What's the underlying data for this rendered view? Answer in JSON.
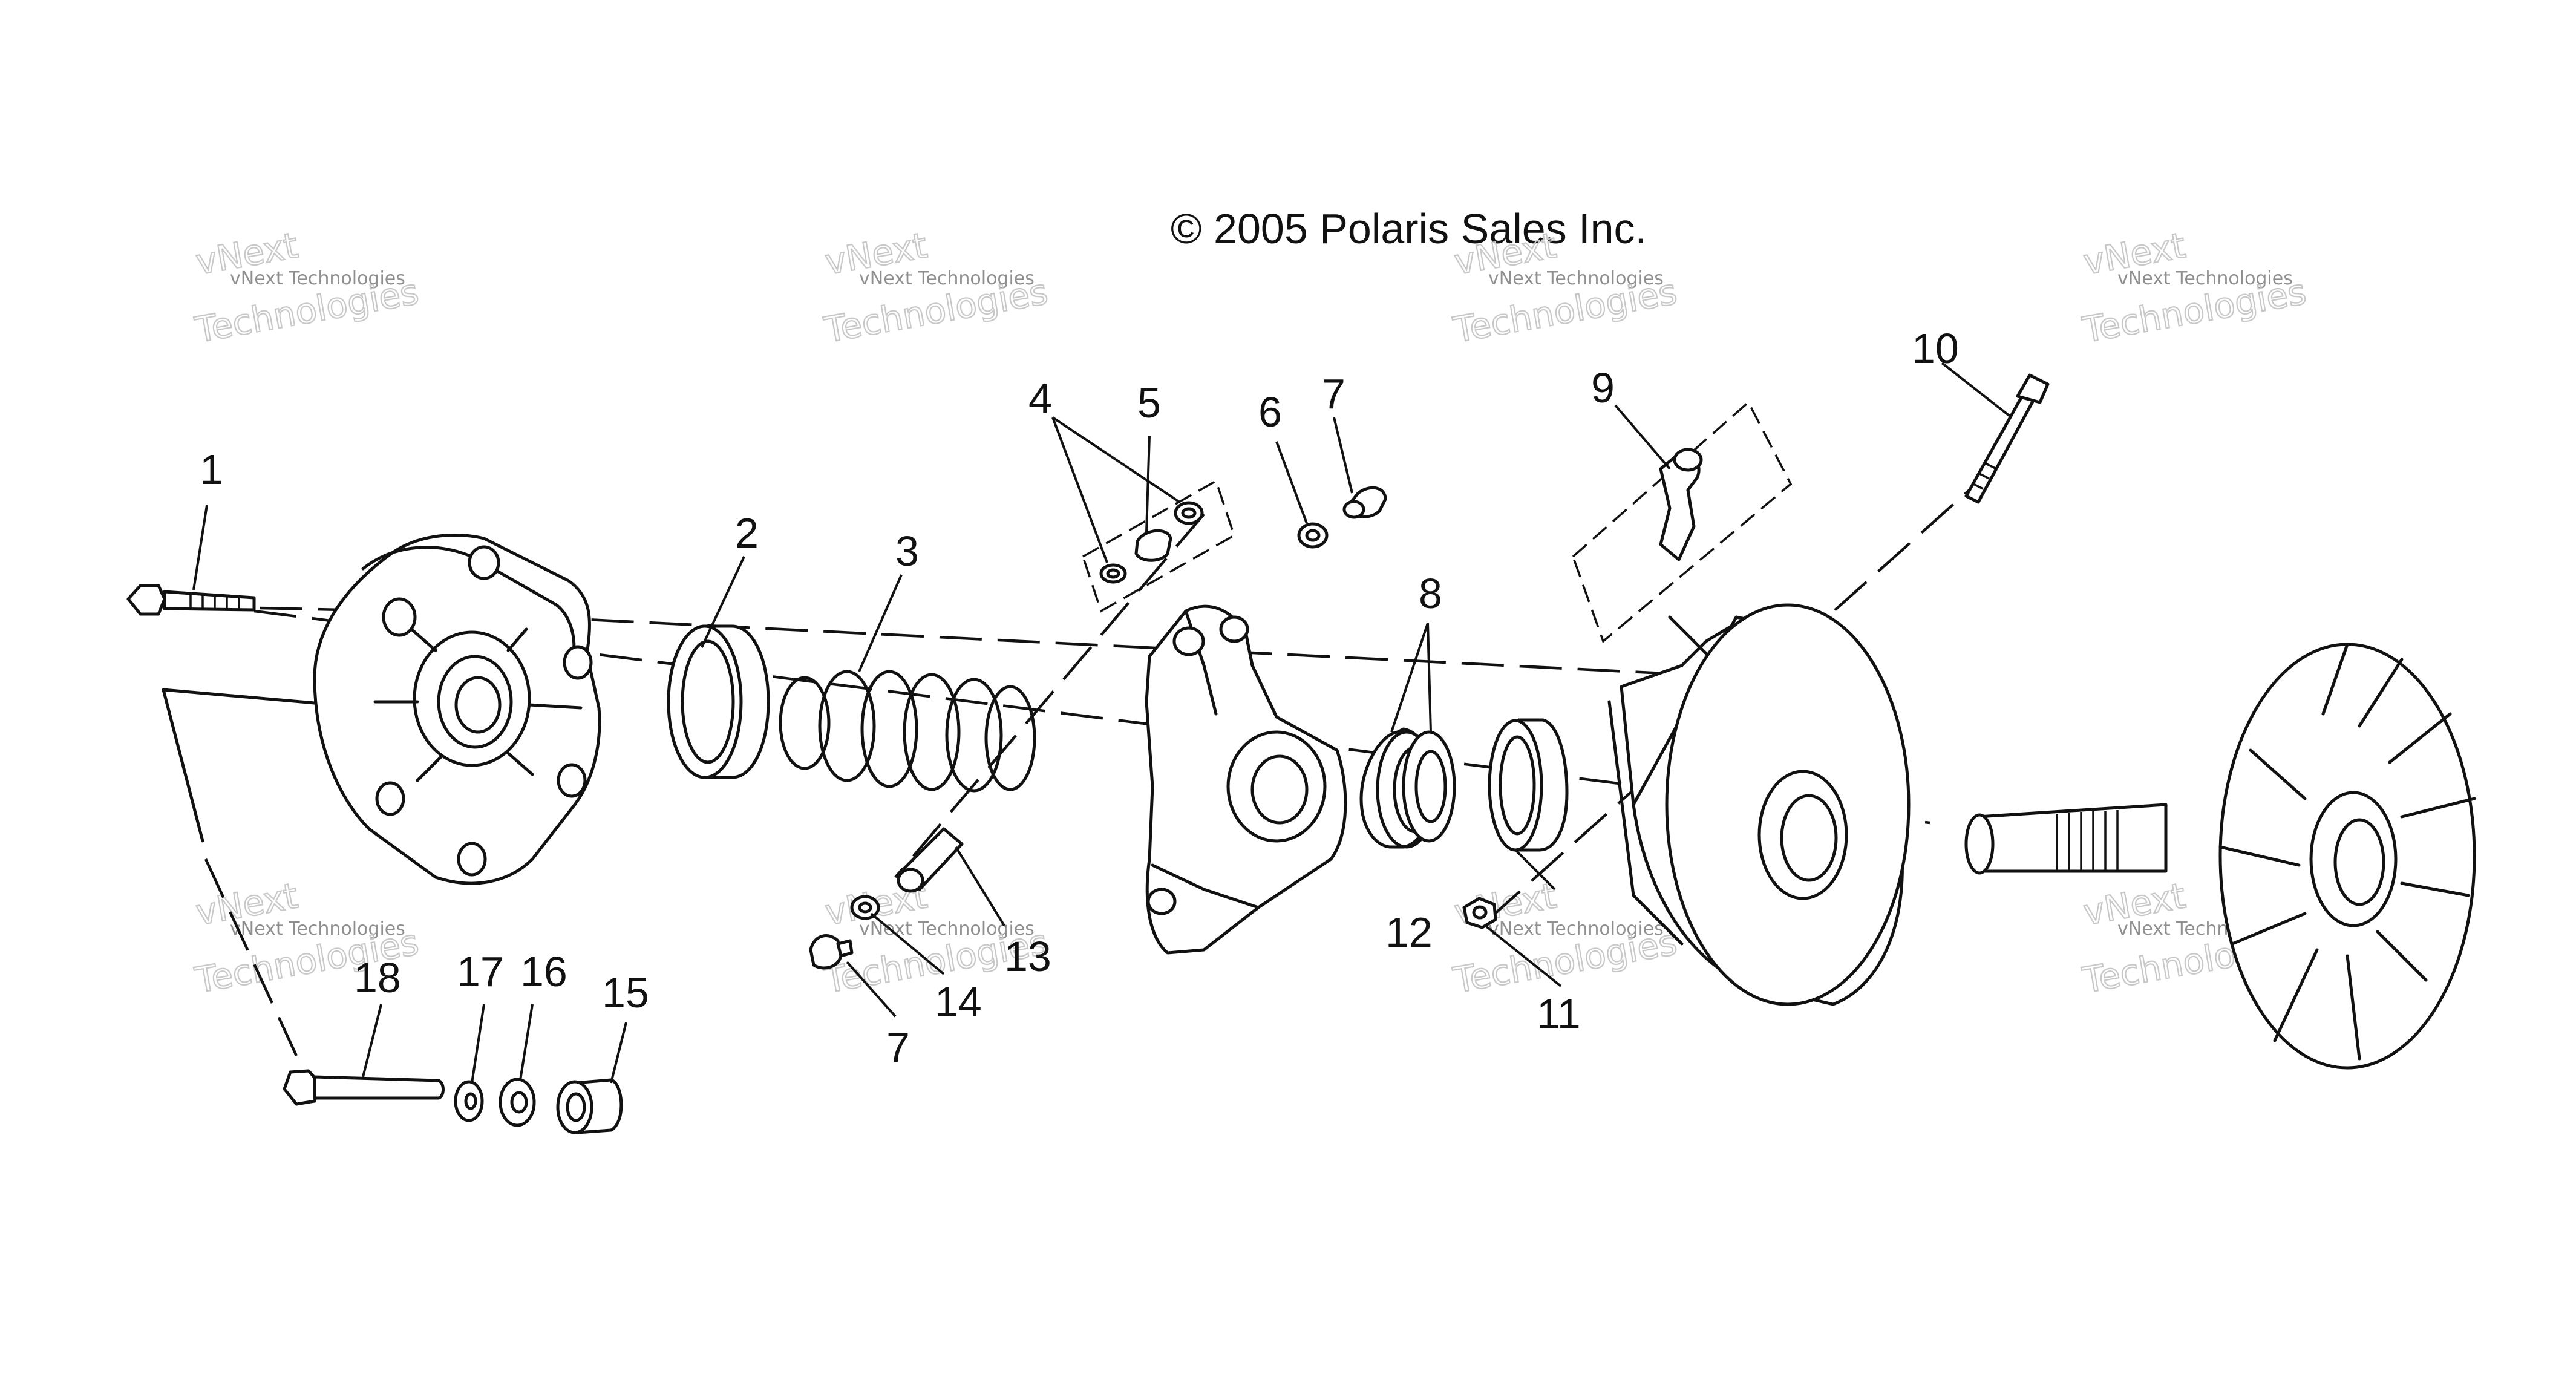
{
  "copyright": "© 2005 Polaris Sales Inc.",
  "watermark": {
    "brand": "vNext",
    "line": "vNext Technologies",
    "big": "Technologies"
  },
  "callouts": {
    "c1": "1",
    "c2": "2",
    "c3": "3",
    "c4": "4",
    "c5": "5",
    "c6": "6",
    "c7a": "7",
    "c7b": "7",
    "c8": "8",
    "c9": "9",
    "c10": "10",
    "c11": "11",
    "c12": "12",
    "c13": "13",
    "c14": "14",
    "c15": "15",
    "c16": "16",
    "c17": "17",
    "c18": "18"
  },
  "parts": {
    "p1": "bolt",
    "p2": "bushing",
    "p3": "spring",
    "p4": "washer",
    "p5": "roller",
    "p6": "washer",
    "p7": "pin",
    "p8": "bushing",
    "p9": "weight",
    "p10": "bolt",
    "p11": "nut",
    "p12": "bushing",
    "p13": "pin",
    "p14": "washer",
    "p15": "spacer",
    "p16": "washer",
    "p17": "washer",
    "p18": "bolt"
  },
  "colors": {
    "ink": "#111111",
    "watermark": "#c8c8c8",
    "background": "#ffffff"
  }
}
